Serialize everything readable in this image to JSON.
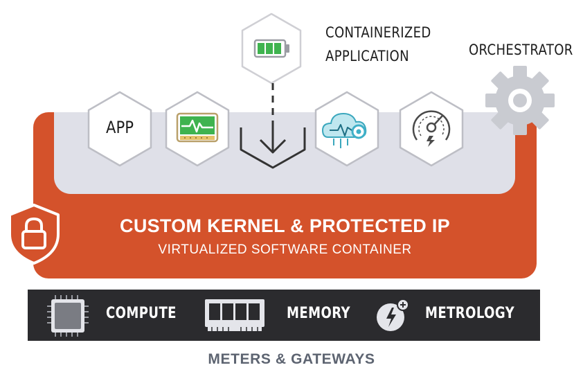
{
  "containerized": {
    "line1": "CONTAINERIZED",
    "line2": "APPLICATION"
  },
  "orchestrator": {
    "label": "ORCHESTRATOR"
  },
  "app_tile": {
    "label": "APP"
  },
  "kernel": {
    "title": "CUSTOM KERNEL & PROTECTED IP",
    "subtitle": "VIRTUALIZED SOFTWARE  CONTAINER"
  },
  "hardware": {
    "compute": "COMPUTE",
    "memory": "MEMORY",
    "metrology": "METROLOGY"
  },
  "footer": {
    "label": "METERS & GATEWAYS"
  },
  "colors": {
    "accent_orange": "#d4522b",
    "tray_gray": "#dfe0e8",
    "hardware_bar": "#2b2b2e",
    "battery_green": "#3fb34f",
    "gear_gray": "#c9cbd1"
  },
  "icons": [
    "battery-icon",
    "gear-icon",
    "app-hex-icon",
    "monitor-icon",
    "download-arrow-icon",
    "cloud-signal-icon",
    "speedometer-icon",
    "lock-shield-icon",
    "cpu-chip-icon",
    "memory-module-icon",
    "metrology-icon"
  ]
}
